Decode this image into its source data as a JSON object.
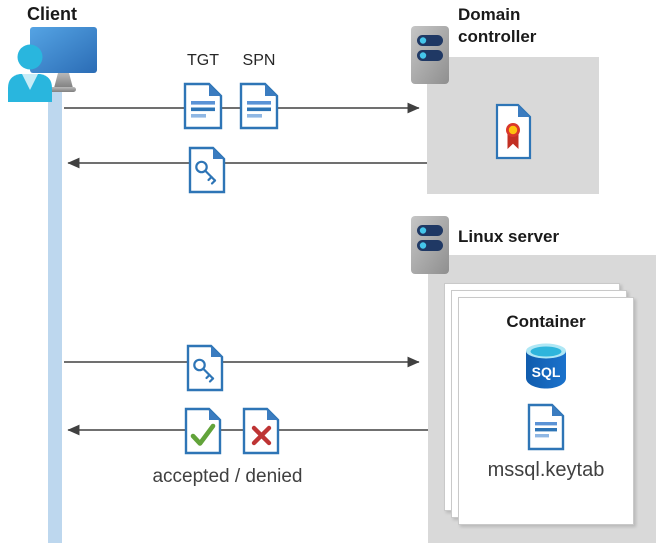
{
  "client": {
    "label": "Client"
  },
  "messages": {
    "tgt_label": "TGT",
    "spn_label": "SPN",
    "accepted_denied_label": "accepted / denied"
  },
  "domain_controller": {
    "label": "Domain controller"
  },
  "linux_server": {
    "label": "Linux server",
    "container": {
      "label": "Container",
      "sql_text": "SQL",
      "keytab_label": "mssql.keytab"
    }
  },
  "icons": [
    "user-monitor-icon",
    "document-icon",
    "key-document-icon",
    "certificate-icon",
    "check-document-icon",
    "deny-document-icon",
    "server-icon",
    "sql-database-icon"
  ],
  "colors": {
    "doc_blue": "#2E75B6",
    "doc_fold_blue": "#3B7CC0",
    "lifeline_blue": "#BDD7EE",
    "box_gray": "#D9D9D9",
    "server_navy": "#1F3864",
    "person_cyan": "#29B6DE",
    "check_green": "#62A33A",
    "deny_red": "#BE3434",
    "cert_red": "#D9372B",
    "cert_yellow": "#FFC20E",
    "sql_body_blue": "#1467BE",
    "sql_top_cyan": "#2EB5DC",
    "arrow_gray": "#404040"
  }
}
